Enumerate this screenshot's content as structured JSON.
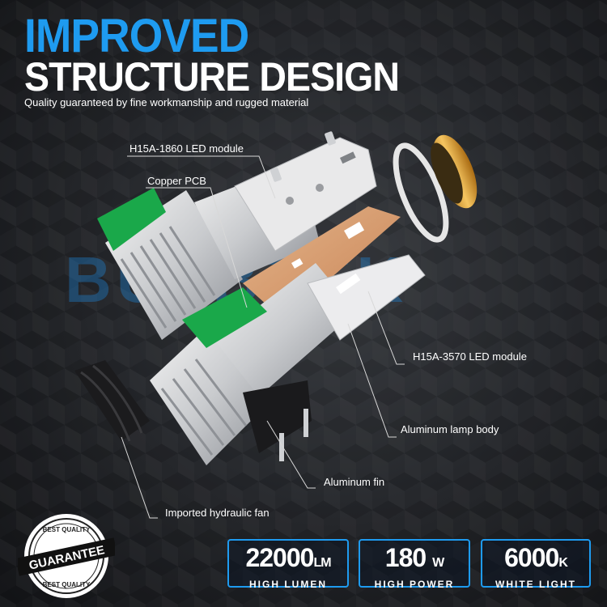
{
  "header": {
    "title_line1": "IMPROVED",
    "title_line2": "STRUCTURE DESIGN",
    "subtitle": "Quality guaranteed by fine workmanship and rugged material"
  },
  "watermark": "BULBTEK",
  "labels": {
    "led_1860": "H15A-1860 LED module",
    "copper_pcb": "Copper PCB",
    "led_3570": "H15A-3570 LED module",
    "lamp_body": "Aluminum lamp body",
    "fin": "Aluminum fin",
    "fan": "Imported hydraulic fan"
  },
  "seal": {
    "top_text": "BEST QUALITY",
    "main_text": "GUARANTEE",
    "bottom_text": "BEST QUALITY"
  },
  "specs": [
    {
      "value": "22000",
      "unit": "LM",
      "caption": "HIGH LUMEN"
    },
    {
      "value": "180",
      "unit": "W",
      "caption": "HIGH POWER"
    },
    {
      "value": "6000",
      "unit": "K",
      "caption": "WHITE LIGHT"
    }
  ],
  "colors": {
    "accent": "#1e9bf0",
    "pcb_green": "#1aa84a",
    "gold": "#e0a53a"
  }
}
